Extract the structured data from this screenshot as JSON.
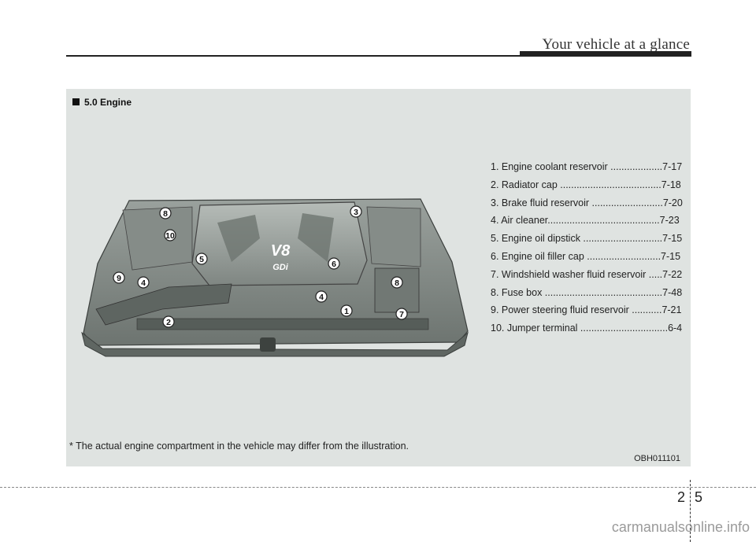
{
  "header": {
    "title": "Your vehicle at a glance"
  },
  "section": {
    "title": "5.0 Engine"
  },
  "legend": [
    "1. Engine coolant reservoir ...................7-17",
    "2. Radiator cap .....................................7-18",
    "3. Brake fluid reservoir ..........................7-20",
    "4. Air cleaner.........................................7-23",
    "5. Engine oil dipstick .............................7-15",
    "6. Engine oil filler cap ...........................7-15",
    "7. Windshield washer fluid reservoir .....7-22",
    "8. Fuse box ...........................................7-48",
    "9. Power steering fluid reservoir ...........7-21",
    "10. Jumper terminal ................................6-4"
  ],
  "illustration": {
    "engine_badge": "V8",
    "engine_sub": "GDi",
    "callouts": [
      "8",
      "3",
      "10",
      "5",
      "6",
      "9",
      "4",
      "8",
      "4",
      "1",
      "7",
      "2"
    ]
  },
  "note": "* The actual engine compartment in the vehicle may differ from the illustration.",
  "figure_code": "OBH011101",
  "page": {
    "chapter": "2",
    "number": "5"
  },
  "watermark": "carmanualsonline.info"
}
